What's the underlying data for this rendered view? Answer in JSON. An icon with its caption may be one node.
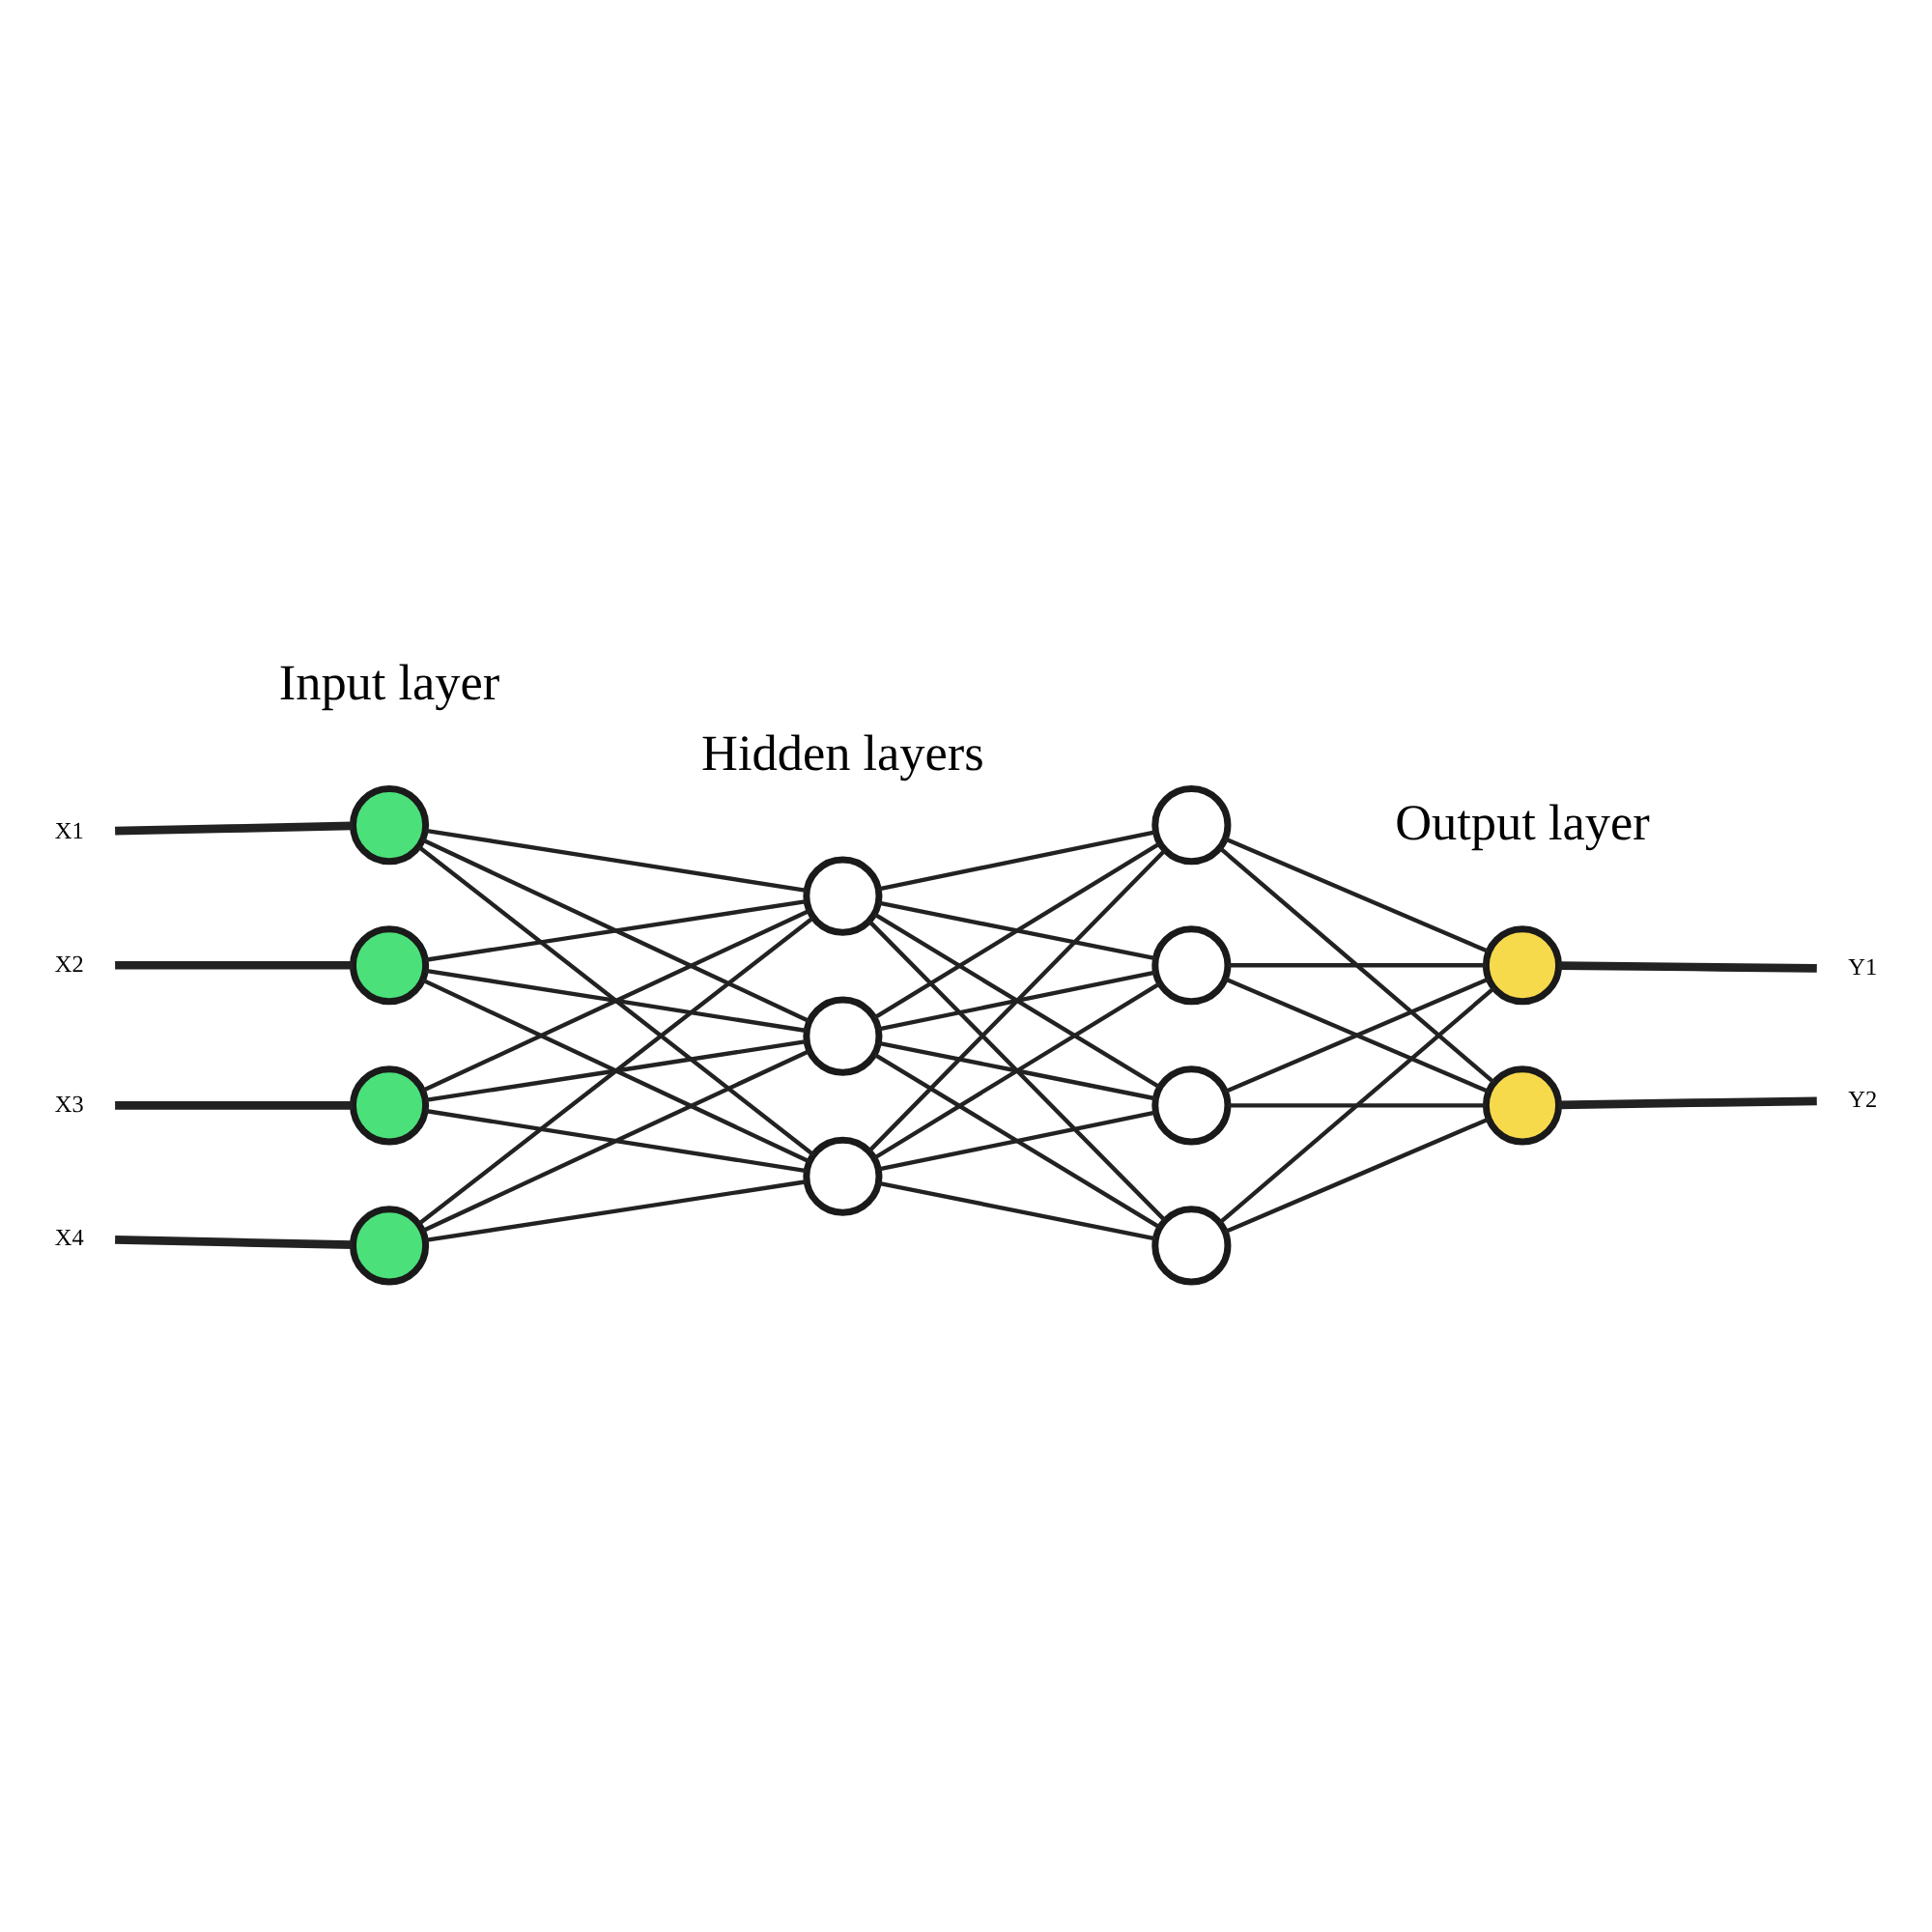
{
  "diagram": {
    "nodes": [
      {
        "text": [
          "X1"
        ]
      },
      {
        "text": [
          "X2"
        ]
      },
      {
        "text": [
          "X3"
        ]
      },
      {
        "text": [
          "X4"
        ]
      },
      {
        "text": [],
        "shape": "circle"
      },
      {
        "text": [],
        "shape": "circle"
      },
      {
        "text": [],
        "shape": "circle"
      },
      {
        "text": [],
        "shape": "circle"
      },
      {
        "text": [],
        "shape": "circle"
      },
      {
        "text": [],
        "shape": "circle"
      },
      {
        "text": [],
        "shape": "circle"
      },
      {
        "text": [],
        "shape": "circle"
      },
      {
        "text": [],
        "shape": "circle"
      },
      {
        "text": [],
        "shape": "circle"
      },
      {
        "text": [],
        "shape": "circle"
      },
      {
        "text": [],
        "shape": "circle"
      },
      {
        "text": [],
        "shape": "circle"
      },
      {
        "text": [
          "Y1"
        ]
      },
      {
        "text": [
          "Y2"
        ]
      }
    ],
    "edges": [
      {
        "from": 0,
        "to": 4,
        "arrow": "none",
        "style": "thick"
      },
      {
        "from": 1,
        "to": 5,
        "arrow": "none",
        "style": "thick"
      },
      {
        "from": 2,
        "to": 6,
        "arrow": "none",
        "style": "thick"
      },
      {
        "from": 3,
        "to": 7,
        "arrow": "none",
        "style": "thick"
      },
      {
        "from": 4,
        "to": 8,
        "arrow": "none"
      },
      {
        "from": 4,
        "to": 9,
        "arrow": "none"
      },
      {
        "from": 4,
        "to": 10,
        "arrow": "none"
      },
      {
        "from": 5,
        "to": 8,
        "arrow": "none"
      },
      {
        "from": 5,
        "to": 9,
        "arrow": "none"
      },
      {
        "from": 5,
        "to": 10,
        "arrow": "none"
      },
      {
        "from": 6,
        "to": 8,
        "arrow": "none"
      },
      {
        "from": 6,
        "to": 9,
        "arrow": "none"
      },
      {
        "from": 6,
        "to": 10,
        "arrow": "none"
      },
      {
        "from": 7,
        "to": 8,
        "arrow": "none"
      },
      {
        "from": 7,
        "to": 9,
        "arrow": "none"
      },
      {
        "from": 7,
        "to": 10,
        "arrow": "none"
      },
      {
        "from": 8,
        "to": 11,
        "arrow": "none"
      },
      {
        "from": 8,
        "to": 12,
        "arrow": "none"
      },
      {
        "from": 8,
        "to": 13,
        "arrow": "none"
      },
      {
        "from": 8,
        "to": 14,
        "arrow": "none"
      },
      {
        "from": 9,
        "to": 11,
        "arrow": "none"
      },
      {
        "from": 9,
        "to": 12,
        "arrow": "none"
      },
      {
        "from": 9,
        "to": 13,
        "arrow": "none"
      },
      {
        "from": 9,
        "to": 14,
        "arrow": "none"
      },
      {
        "from": 10,
        "to": 11,
        "arrow": "none"
      },
      {
        "from": 10,
        "to": 12,
        "arrow": "none"
      },
      {
        "from": 10,
        "to": 13,
        "arrow": "none"
      },
      {
        "from": 10,
        "to": 14,
        "arrow": "none"
      },
      {
        "from": 11,
        "to": 15,
        "arrow": "none"
      },
      {
        "from": 11,
        "to": 16,
        "arrow": "none"
      },
      {
        "from": 12,
        "to": 15,
        "arrow": "none"
      },
      {
        "from": 12,
        "to": 16,
        "arrow": "none"
      },
      {
        "from": 13,
        "to": 15,
        "arrow": "none"
      },
      {
        "from": 13,
        "to": 16,
        "arrow": "none"
      },
      {
        "from": 14,
        "to": 15,
        "arrow": "none"
      },
      {
        "from": 14,
        "to": 16,
        "arrow": "none"
      },
      {
        "from": 15,
        "to": 17,
        "arrow": "none",
        "style": "thick"
      },
      {
        "from": 16,
        "to": 18,
        "arrow": "none",
        "style": "thick"
      }
    ],
    "labels": [
      "Input layer",
      "Hidden layers",
      "Output layer"
    ]
  }
}
